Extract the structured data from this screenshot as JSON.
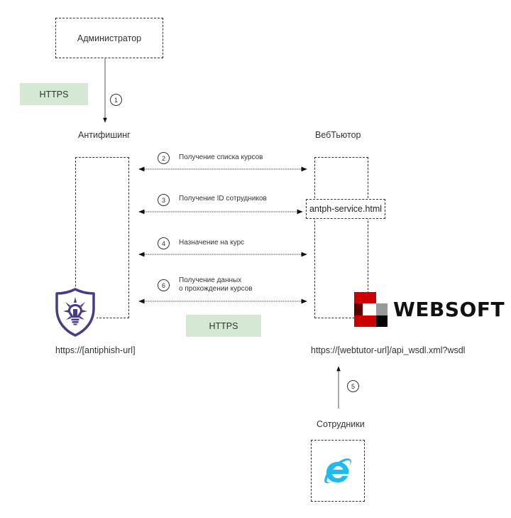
{
  "actors": {
    "admin": "Администратор",
    "antiphishing": "Антифишинг",
    "webtutor": "ВебТьютор",
    "employees": "Сотрудники"
  },
  "protocols": {
    "top": "HTTPS",
    "middle": "HTTPS"
  },
  "steps": [
    {
      "number": "1",
      "label": ""
    },
    {
      "number": "2",
      "label": "Получение списка курсов"
    },
    {
      "number": "3",
      "label": "Получение ID сотрудников"
    },
    {
      "number": "4",
      "label": "Назначение на курс"
    },
    {
      "number": "5",
      "label": ""
    },
    {
      "number": "6",
      "label_line1": "Получение данных",
      "label_line2": "о прохождении курсов"
    }
  ],
  "service_file": "antph-service.html",
  "urls": {
    "antiphishing": "https://[antiphish-url]",
    "webtutor": "https://[webtutor-url]/api_wsdl.xml?wsdl"
  },
  "logos": {
    "websoft_text": "WEBSOFT",
    "antiphishing_icon": "shield-lightbulb-icon",
    "employee_browser_icon": "internet-explorer-icon"
  },
  "colors": {
    "https_fill": "#d5e8d4",
    "antiphish_purple": "#4b3a86",
    "websoft_red": "#cc0000",
    "ie_blue": "#1ebbee"
  }
}
